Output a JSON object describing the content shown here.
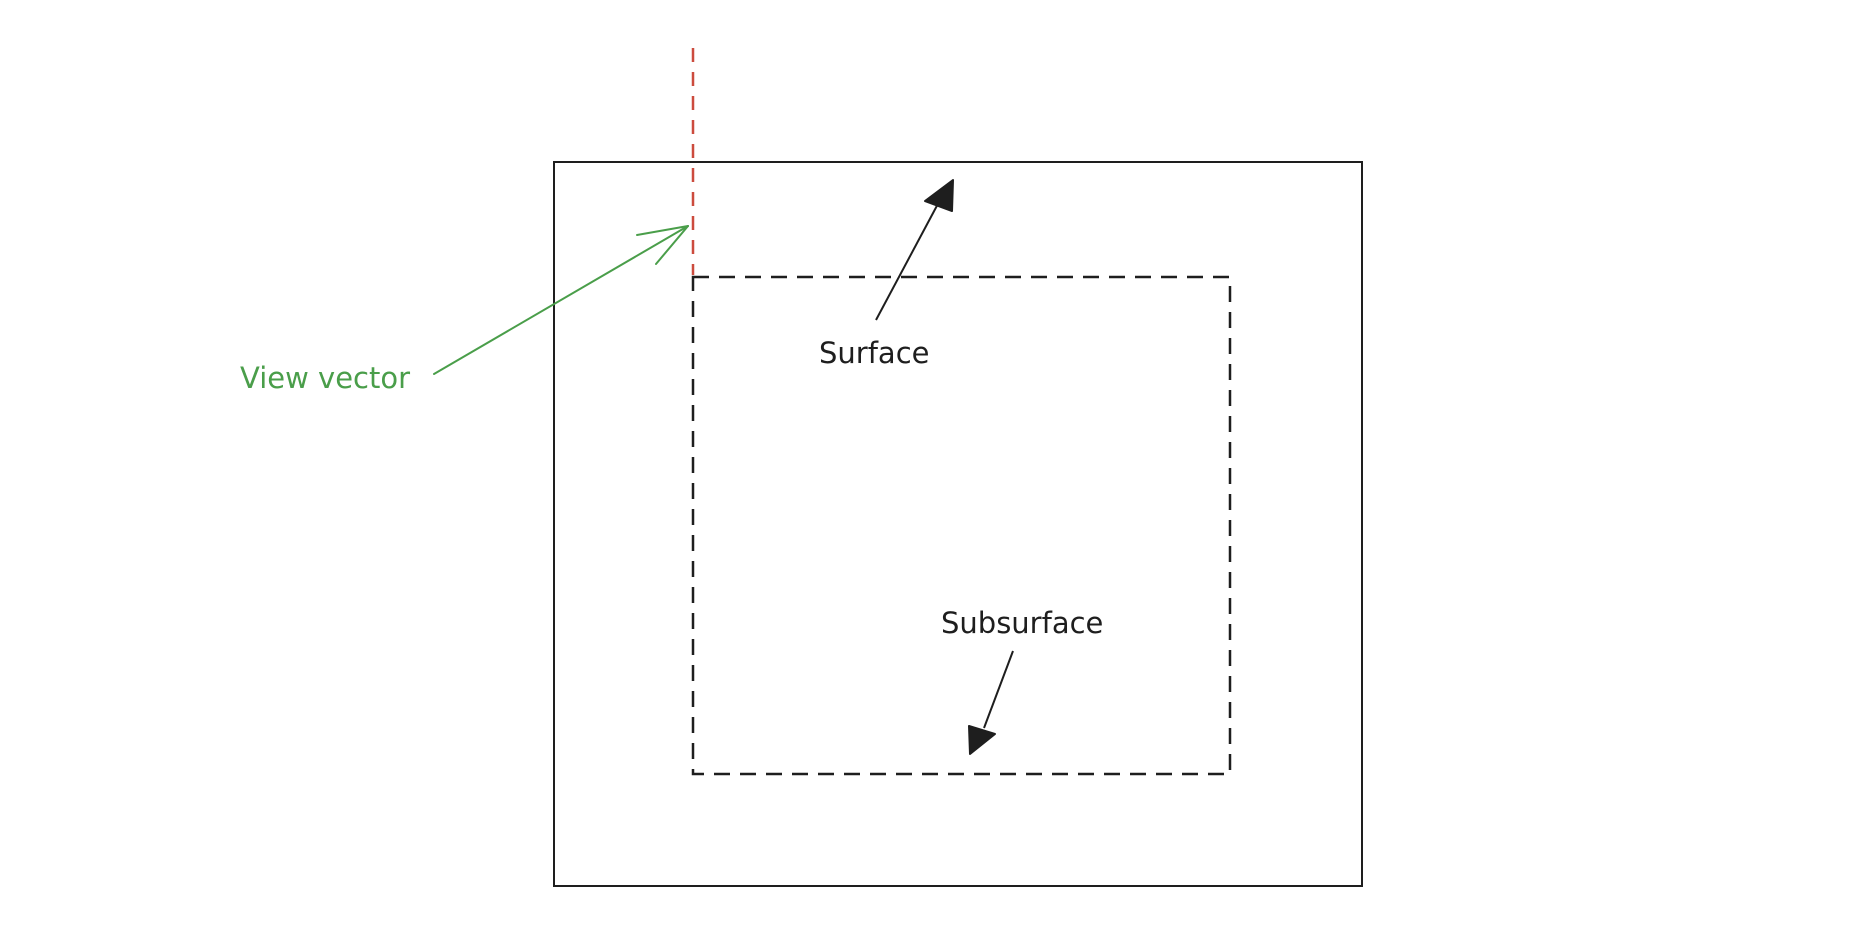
{
  "labels": {
    "view_vector": "View vector",
    "surface": "Surface",
    "subsurface": "Subsurface"
  },
  "colors": {
    "background": "#ffffff",
    "outline": "#1e1e1e",
    "view_vector": "#4a9e4a",
    "surface_normal": "#cc4b3e"
  }
}
